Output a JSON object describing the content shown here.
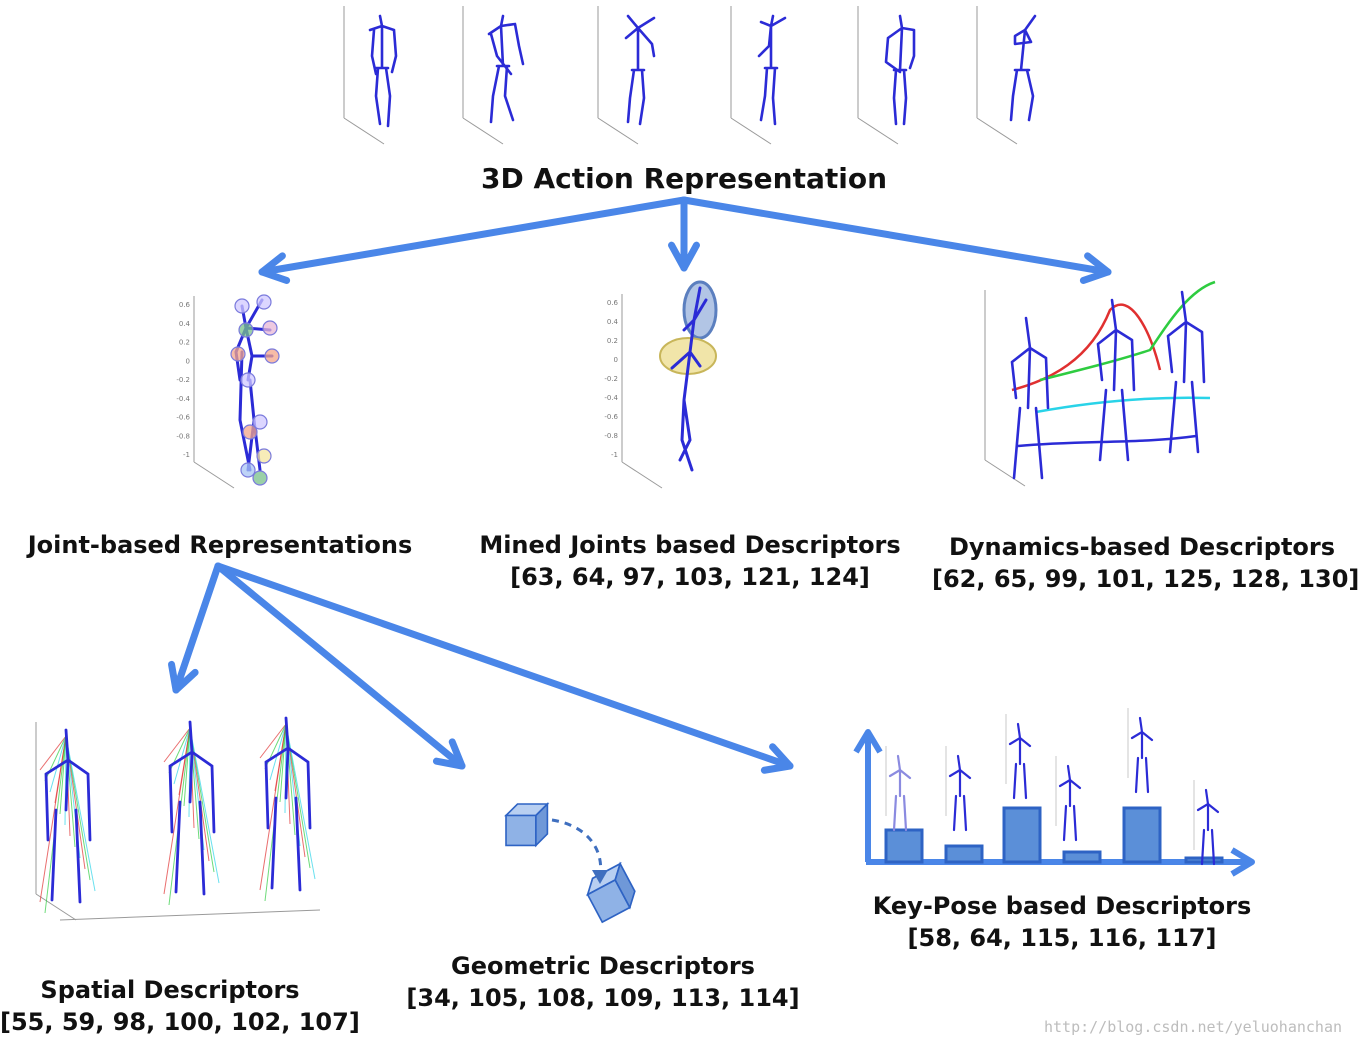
{
  "colors": {
    "arrow": "#4a86e8",
    "skeleton": "#2b2bd6",
    "text": "#111111",
    "bar_fill": "#5b8fd8",
    "bar_stroke": "#2e63c4",
    "cube_fill": "#8fb2e6",
    "trail_red": "#e03030",
    "trail_green": "#2ecc40",
    "trail_cyan": "#29d3e8"
  },
  "nodes": {
    "root": {
      "title": "3D Action Representation"
    },
    "joint": {
      "title": "Joint-based Representations"
    },
    "mined": {
      "title": "Mined Joints based Descriptors",
      "refs": "[63, 64, 97, 103, 121, 124]"
    },
    "dynamics": {
      "title": "Dynamics-based Descriptors",
      "refs": "[62, 65, 99, 101, 125, 128, 130]"
    },
    "spatial": {
      "title": "Spatial Descriptors",
      "refs": "[55, 59, 98, 100, 102, 107]"
    },
    "geometric": {
      "title": "Geometric Descriptors",
      "refs": "[34, 105, 108, 109, 113, 114]"
    },
    "keypose": {
      "title": "Key-Pose based Descriptors",
      "refs": "[58, 64, 115, 116, 117]"
    }
  },
  "edges": [
    {
      "from": "root",
      "to": "joint"
    },
    {
      "from": "root",
      "to": "mined"
    },
    {
      "from": "root",
      "to": "dynamics"
    },
    {
      "from": "joint",
      "to": "spatial"
    },
    {
      "from": "joint",
      "to": "geometric"
    },
    {
      "from": "joint",
      "to": "keypose"
    }
  ],
  "axis_ticks": [
    "0.6",
    "0.4",
    "0.2",
    "0",
    "-0.2",
    "-0.4",
    "-0.6",
    "-0.8",
    "-1"
  ],
  "watermark": "http://blog.csdn.net/yeluohanchan"
}
